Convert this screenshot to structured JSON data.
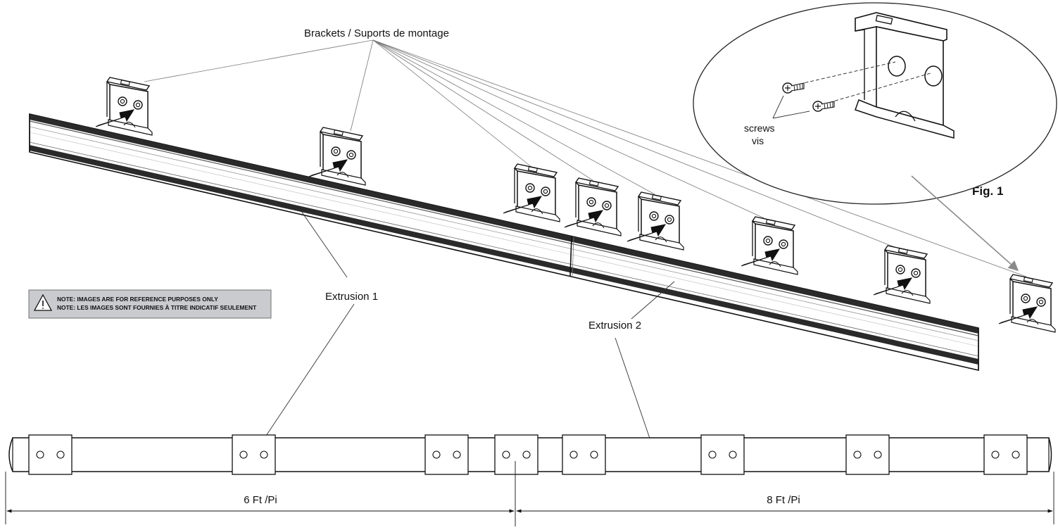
{
  "labels": {
    "brackets": "Brackets / Suports de montage",
    "extrusion1": "Extrusion 1",
    "extrusion2": "Extrusion 2",
    "figure": "Fig. 1",
    "screws_en": "screws",
    "screws_fr": "vis"
  },
  "note": {
    "line1": "NOTE: IMAGES ARE FOR REFERENCE PURPOSES ONLY",
    "line2": "NOTE: LES IMAGES SONT FOURNIES À TITRE INDICATIF SEULEMENT",
    "icon": "warning-triangle-icon"
  },
  "dimensions": {
    "left": "6 Ft /Pi",
    "right": "8 Ft /Pi"
  },
  "bracket_count": 9,
  "colors": {
    "line": "#111111",
    "arrow": "#111111",
    "note_bg": "#c9cbcf",
    "leader": "#777777"
  }
}
